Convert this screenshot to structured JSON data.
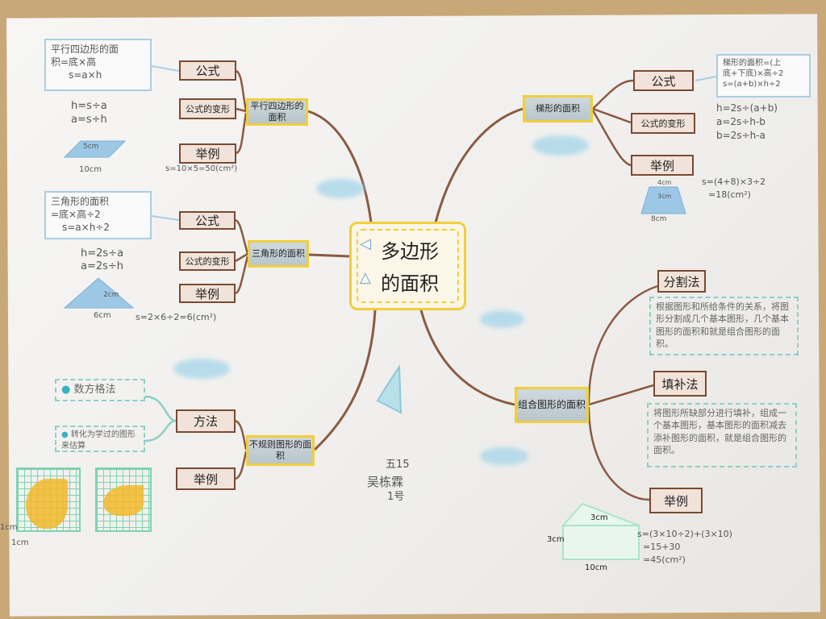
{
  "center": {
    "line1": "多边形",
    "line2": "的面积"
  },
  "parallelogram": {
    "title": "平行四边形的面积",
    "formula_label": "公式",
    "variant_label": "公式的变形",
    "example_label": "举例",
    "note": [
      "平行四边形的面",
      "积=底×高",
      "s=a×h"
    ],
    "variants": [
      "h=s÷a",
      "a=s÷h"
    ],
    "height": "5cm",
    "base": "10cm",
    "example": "s=10×5=50(cm²)"
  },
  "triangle": {
    "title": "三角形的面积",
    "formula_label": "公式",
    "variant_label": "公式的变形",
    "example_label": "举例",
    "note": [
      "三角形的面积",
      "=底×高÷2",
      "s=a×h÷2"
    ],
    "variants": [
      "h=2s÷a",
      "a=2s÷h"
    ],
    "height": "2cm",
    "base": "6cm",
    "example": "s=2×6÷2=6(cm²)"
  },
  "irregular": {
    "title": "不规则图形的面积",
    "method_label": "方法",
    "example_label": "举例",
    "methods": [
      "数方格法",
      "转化为学过的图形来估算"
    ],
    "unit_a": "1cm",
    "unit_b": "1cm"
  },
  "trapezoid": {
    "title": "梯形的面积",
    "formula_label": "公式",
    "variant_label": "公式的变形",
    "example_label": "举例",
    "note": [
      "梯形的面积=(上",
      "底+下底)×高÷2",
      "s=(a+b)×h÷2"
    ],
    "variants": [
      "h=2s÷(a+b)",
      "a=2s÷h-b",
      "b=2s÷h-a"
    ],
    "top": "4cm",
    "height": "3cm",
    "base": "8cm",
    "example": [
      "s=(4+8)×3÷2",
      "=18(cm²)"
    ]
  },
  "composite": {
    "title": "组合图形的面积",
    "split_label": "分割法",
    "split_text": "根据图形和所给条件的关系，将图形分割成几个基本图形，几个基本图形的面积和就是组合图形的面积。",
    "fill_label": "填补法",
    "fill_text": "将图形所缺部分进行填补，组成一个基本图形，基本图形的面积减去添补图形的面积，就是组合图形的面积。",
    "example_label": "举例",
    "dim_top": "3cm",
    "dim_side": "3cm",
    "dim_base": "10cm",
    "example": [
      "s=(3×10÷2)+(3×10)",
      "=15+30",
      "=45(cm²)"
    ]
  },
  "author": {
    "class": "五15",
    "name": "吴栋霖",
    "number": "1号"
  },
  "colors": {
    "branch": "#8a5a42",
    "topic_border": "#f0cf3a",
    "note_border": "#a9cde2",
    "shape_fill": "#9cc8e6",
    "leaf": "#f3b82a",
    "grid": "#7fd3b0"
  }
}
